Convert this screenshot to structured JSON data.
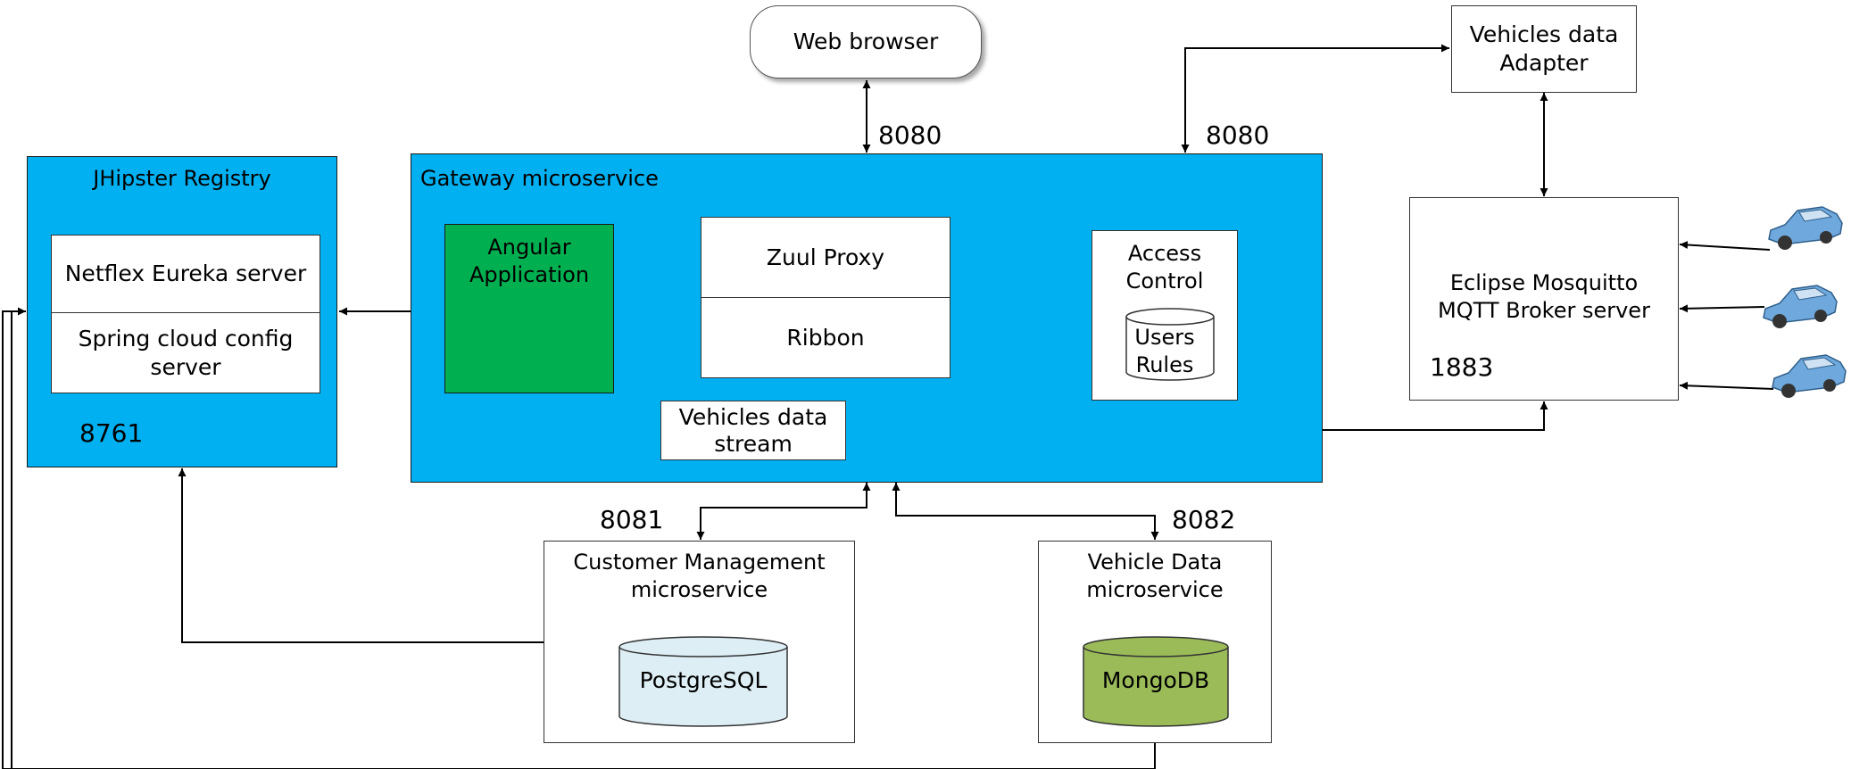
{
  "web_browser": {
    "label": "Web browser"
  },
  "vehicles_adapter": {
    "label_line1": "Vehicles data",
    "label_line2": "Adapter"
  },
  "registry": {
    "title": "JHipster Registry",
    "eureka": "Netflex Eureka server",
    "config_line1": "Spring cloud config",
    "config_line2": "server",
    "port": "8761"
  },
  "gateway": {
    "title": "Gateway microservice",
    "angular_line1": "Angular",
    "angular_line2": "Application",
    "zuul": "Zuul Proxy",
    "ribbon": "Ribbon",
    "access_line1": "Access",
    "access_line2": "Control",
    "users": "Users",
    "rules": "Rules",
    "stream_line1": "Vehicles data",
    "stream_line2": "stream"
  },
  "broker": {
    "line1": "Eclipse Mosquitto",
    "line2": "MQTT Broker server",
    "port": "1883"
  },
  "customer": {
    "line1": "Customer Management",
    "line2": "microservice",
    "db": "PostgreSQL",
    "port": "8081"
  },
  "vehicle_data": {
    "line1": "Vehicle Data",
    "line2": "microservice",
    "db": "MongoDB",
    "port": "8082"
  },
  "ports": {
    "browser": "8080",
    "adapter": "8080"
  },
  "colors": {
    "blue_box": "#00b0f0",
    "angular": "#00b050",
    "postgres": "#ddeef5",
    "mongo": "#9bbb59",
    "car": "#6fa8dc"
  }
}
